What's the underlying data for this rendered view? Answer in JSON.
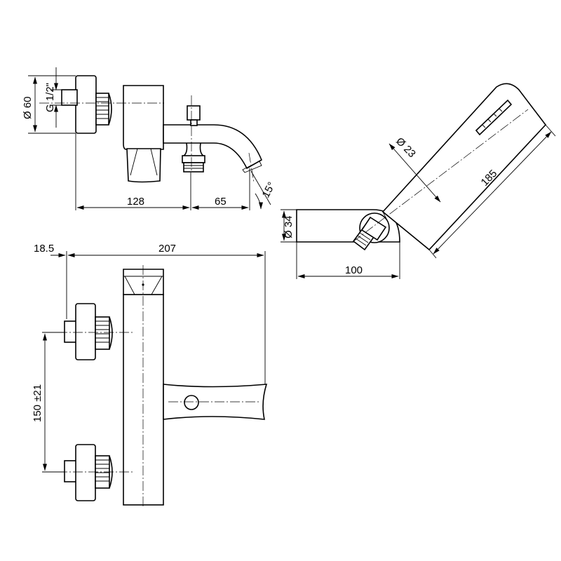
{
  "drawing": {
    "side_view": {
      "dim_connection_diameter": "Ø 60",
      "dim_thread": "G 1/2\"",
      "dim_body_length": "128",
      "dim_spout_reach": "65",
      "dim_spout_angle": "15°"
    },
    "hand_shower_view": {
      "dim_shower_diameter": "Ø 23",
      "dim_shower_length": "185",
      "dim_holder_diameter": "Ø 34",
      "dim_holder_projection": "100"
    },
    "front_view": {
      "dim_escutcheon_offset": "18.5",
      "dim_total_height": "207",
      "dim_inlet_spacing": "150 ±21"
    }
  }
}
